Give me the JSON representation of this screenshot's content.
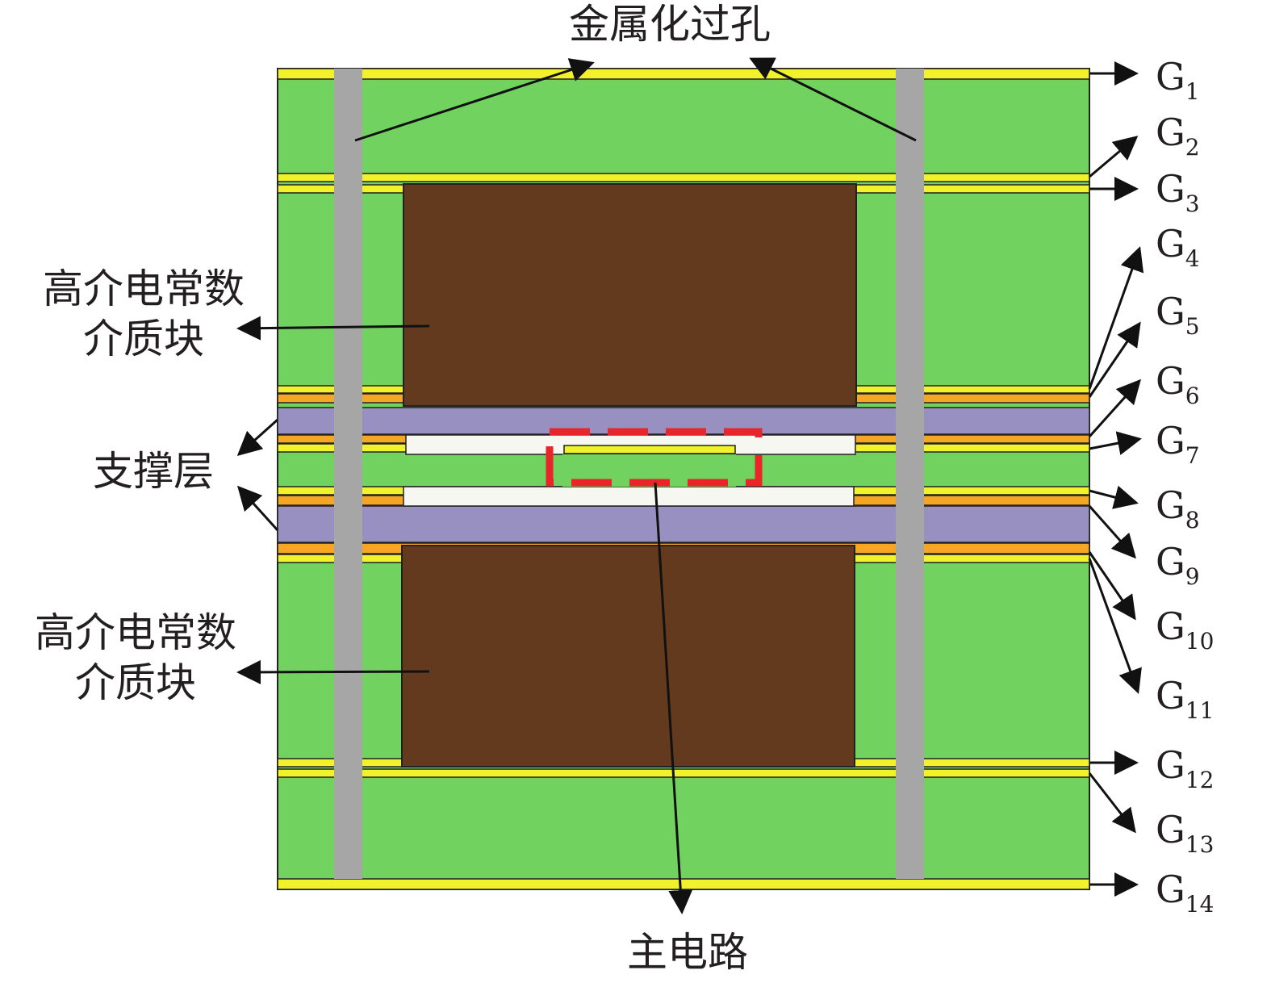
{
  "labels": {
    "via": "金属化过孔",
    "dielectric_block": [
      "高介电常数",
      "介质块"
    ],
    "support_layer": "支撑层",
    "main_circuit": "主电路"
  },
  "layers": [
    {
      "letter": "G",
      "index": "1"
    },
    {
      "letter": "G",
      "index": "2"
    },
    {
      "letter": "G",
      "index": "3"
    },
    {
      "letter": "G",
      "index": "4"
    },
    {
      "letter": "G",
      "index": "5"
    },
    {
      "letter": "G",
      "index": "6"
    },
    {
      "letter": "G",
      "index": "7"
    },
    {
      "letter": "G",
      "index": "8"
    },
    {
      "letter": "G",
      "index": "9"
    },
    {
      "letter": "G",
      "index": "10"
    },
    {
      "letter": "G",
      "index": "11"
    },
    {
      "letter": "G",
      "index": "12"
    },
    {
      "letter": "G",
      "index": "13"
    },
    {
      "letter": "G",
      "index": "14"
    }
  ],
  "colors": {
    "substrate": "#72d25f",
    "metal_layer": "#f2f22a",
    "bond_layer": "#f5a623",
    "support_layer": "#9790c0",
    "dielectric_block": "#643a1f",
    "cavity": "#f7f7f2",
    "via": "#a6a6a6",
    "highlight": "#e8262a"
  }
}
